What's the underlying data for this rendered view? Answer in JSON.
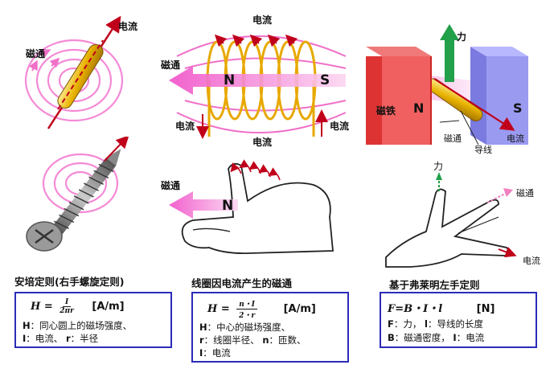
{
  "labels": {
    "current": "电流",
    "flux": "磁通",
    "force": "力",
    "magnet": "磁铁",
    "wire": "导线",
    "north": "N",
    "south": "S"
  },
  "panels": [
    {
      "title": "安培定则(右手螺旋定则)",
      "formula": {
        "lhs": "H",
        "eq": "=",
        "num": "I",
        "den": "2πr",
        "unit": "[A/m]"
      },
      "lines": [
        {
          "var1": "H",
          "text1": "：同心圆上的磁场强度、"
        },
        {
          "var1": "I",
          "text1": "：电流、",
          "var2": "r",
          "text2": "：半径"
        }
      ]
    },
    {
      "title": "线圈因电流产生的磁通",
      "formula": {
        "lhs": "H",
        "eq": "=",
        "num": "n・I",
        "den": "2・r",
        "unit": "[A/m]"
      },
      "lines": [
        {
          "var1": "H",
          "text1": "：中心的磁场强度、"
        },
        {
          "var1": "r",
          "text1": "：线圈半径、",
          "var2": "n",
          "text2": "：匝数、"
        },
        {
          "var1": "I",
          "text1": "：电流"
        }
      ]
    },
    {
      "title": "基于弗莱明左手定则",
      "formula": {
        "text": "F=B・I・l",
        "unit": "[N]"
      },
      "lines": [
        {
          "var1": "F",
          "text1": "：力，",
          "var2": "l",
          "text2": "：导线的长度"
        },
        {
          "var1": "B",
          "text1": "：磁通密度，",
          "var2": "I",
          "text2": "：电流"
        }
      ]
    }
  ]
}
